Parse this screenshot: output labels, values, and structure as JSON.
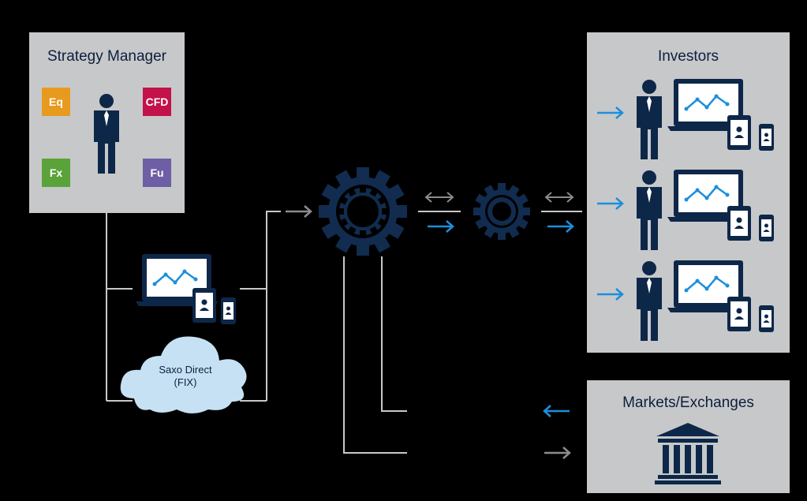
{
  "strategy_manager": {
    "title": "Strategy Manager",
    "asset_classes": [
      {
        "label": "Eq",
        "color": "#e89a1f"
      },
      {
        "label": "CFD",
        "color": "#c3114a"
      },
      {
        "label": "Fx",
        "color": "#5aa33a"
      },
      {
        "label": "Fu",
        "color": "#6d5ea5"
      }
    ]
  },
  "connection": {
    "cloud_line1": "Saxo Direct",
    "cloud_line2": "(FIX)"
  },
  "investors": {
    "title": "Investors"
  },
  "markets": {
    "title": "Markets/Exchanges"
  },
  "colors": {
    "panel": "#c7c8ca",
    "navy": "#0d2748",
    "gear": "#112c4f",
    "arrow_blue": "#1c8fdb",
    "arrow_grey": "#8a8c8e",
    "line": "#c8c8c8",
    "cloud": "#c6e1f4"
  },
  "icons": [
    "person-icon",
    "laptop-chart-icon",
    "tablet-icon",
    "phone-icon",
    "cloud-icon",
    "gear-icon",
    "bank-building-icon",
    "arrow-right-icon",
    "arrow-left-icon",
    "double-arrow-icon"
  ]
}
